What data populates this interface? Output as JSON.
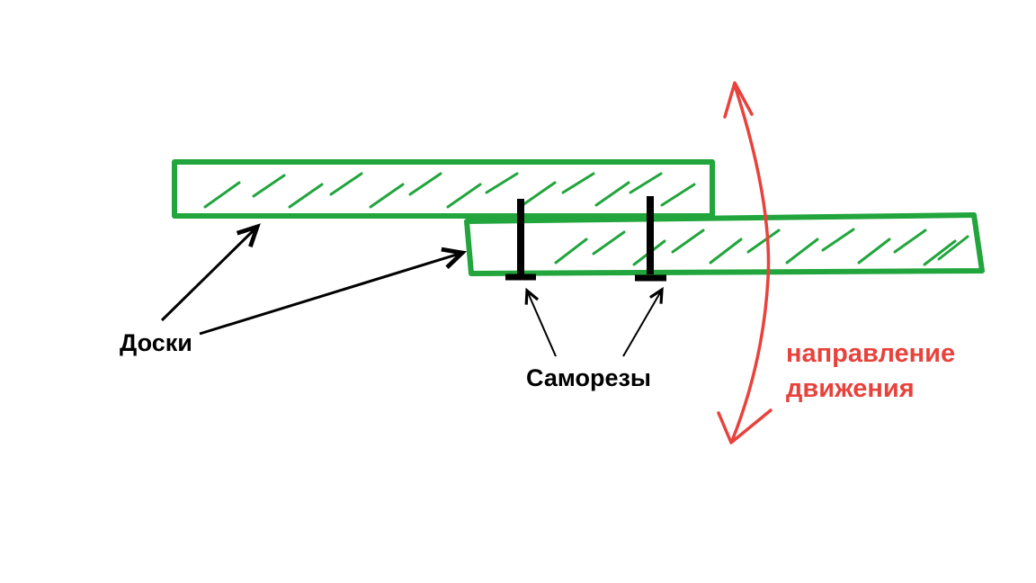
{
  "labels": {
    "boards": "Доски",
    "screws": "Саморезы",
    "direction_line1": "направление",
    "direction_line2": "движения"
  },
  "colors": {
    "board-green": "#21a53c",
    "ink": "#000000",
    "direction-red": "#e8423c",
    "background": "#ffffff"
  }
}
